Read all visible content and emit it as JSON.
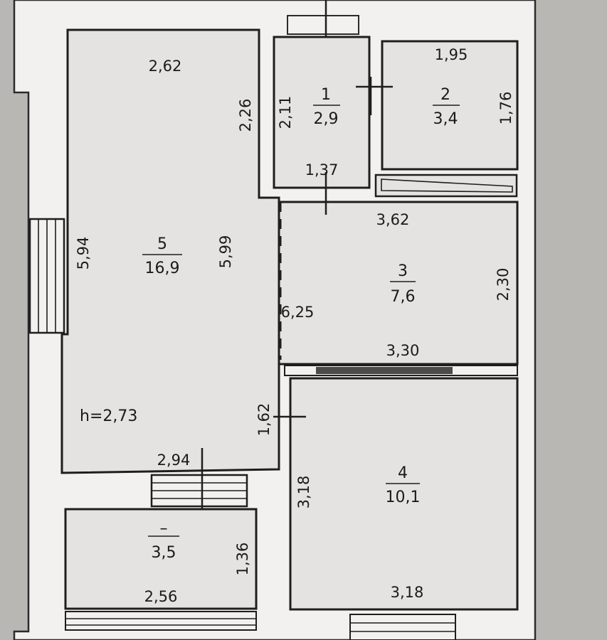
{
  "rooms": {
    "r1": {
      "number": "1",
      "area": "2,9"
    },
    "r2": {
      "number": "2",
      "area": "3,4"
    },
    "r3": {
      "number": "3",
      "area": "7,6"
    },
    "r4": {
      "number": "4",
      "area": "10,1"
    },
    "r5": {
      "number": "5",
      "area": "16,9"
    },
    "balcony": {
      "number": "–",
      "area": "3,5"
    }
  },
  "dimensions": {
    "d_2_62": "2,62",
    "d_2_26": "2,26",
    "d_2_11": "2,11",
    "d_1_37": "1,37",
    "d_1_95": "1,95",
    "d_1_76": "1,76",
    "d_3_62": "3,62",
    "d_5_94": "5,94",
    "d_5_99": "5,99",
    "d_6_25": "6,25",
    "d_2_30": "2,30",
    "d_3_30": "3,30",
    "d_1_62": "1,62",
    "d_2_94": "2,94",
    "d_3_18_v": "3,18",
    "d_3_18_h": "3,18",
    "d_1_36": "1,36",
    "d_2_56": "2,56"
  },
  "ceiling_height": "h=2,73"
}
